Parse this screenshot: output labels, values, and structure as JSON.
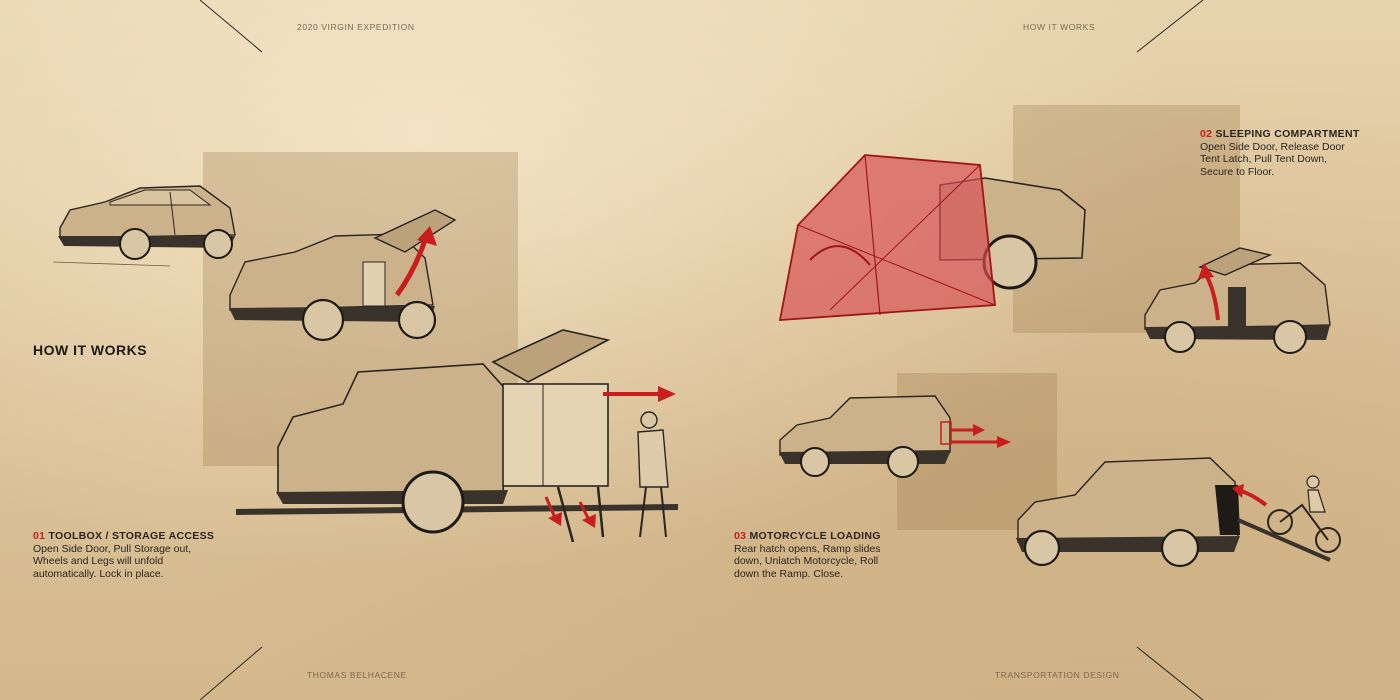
{
  "header": {
    "left": "2020 VIRGIN EXPEDITION",
    "right": "HOW IT WORKS"
  },
  "footer": {
    "left": "THOMAS BELHACENE",
    "right": "TRANSPORTATION DESIGN"
  },
  "page_title": "HOW IT WORKS",
  "steps": [
    {
      "number": "01",
      "title": "TOOLBOX / STORAGE ACCESS",
      "lines": [
        "Open Side Door, Pull Storage out,",
        "Wheels and Legs will unfold",
        "automatically. Lock in place."
      ]
    },
    {
      "number": "02",
      "title": "SLEEPING COMPARTMENT",
      "lines": [
        "Open Side Door, Release Door",
        "Tent Latch, Pull Tent Down,",
        "Secure to Floor."
      ]
    },
    {
      "number": "03",
      "title": "MOTORCYCLE LOADING",
      "lines": [
        "Rear hatch opens, Ramp slides",
        "down, Unlatch Motorcycle, Roll",
        "down the Ramp. Close."
      ]
    }
  ],
  "colors": {
    "accent": "#c81e1e",
    "paper": "#dcc39a",
    "ink": "#2a2520"
  }
}
